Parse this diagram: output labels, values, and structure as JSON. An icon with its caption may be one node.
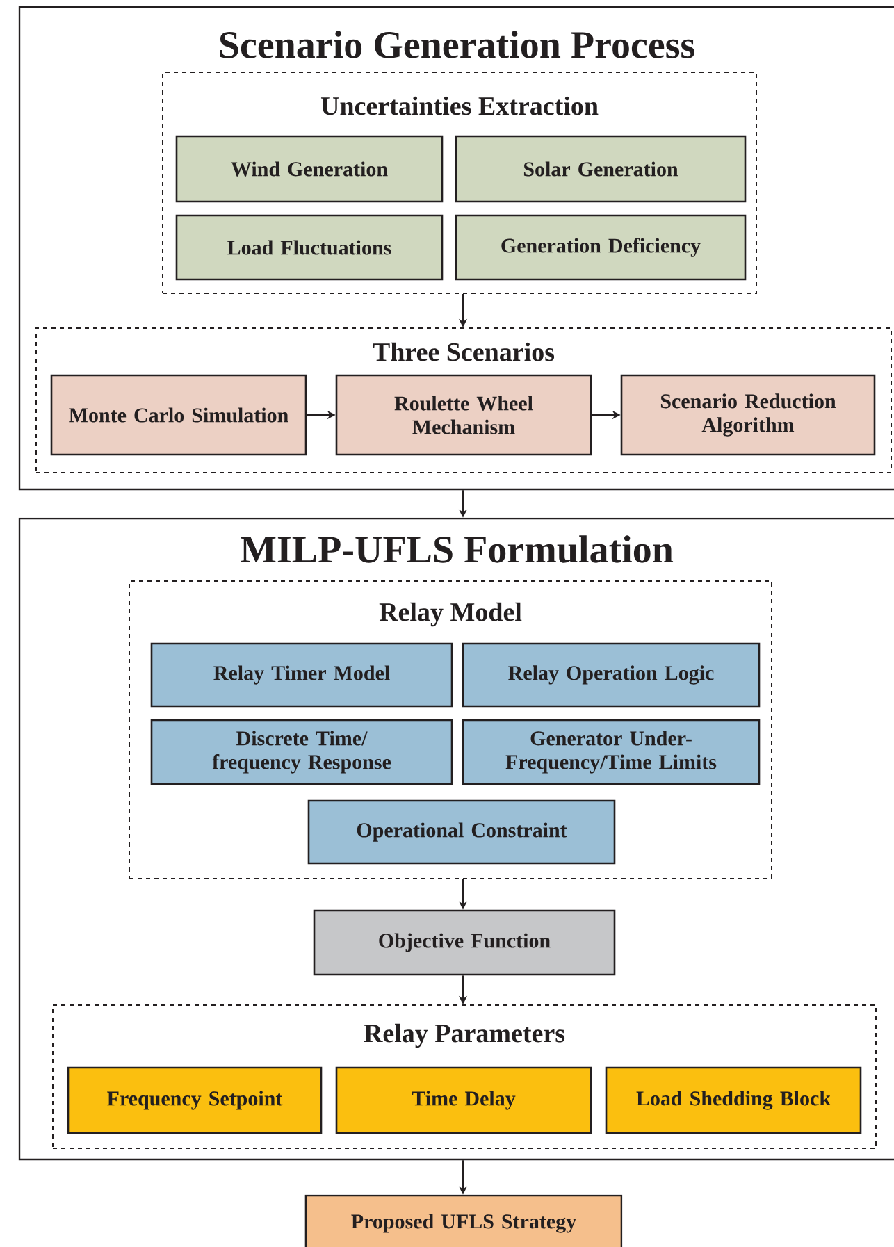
{
  "diagram": {
    "nodes": [
      {
        "text": [
          "Scenario Generation Process"
        ]
      },
      {
        "text": [
          "Uncertainties Extraction"
        ],
        "in": 0
      },
      {
        "text": [
          "Wind Generation"
        ],
        "in": 1
      },
      {
        "text": [
          "Solar Generation"
        ],
        "in": 1
      },
      {
        "text": [
          "Load Fluctuations"
        ],
        "in": 1
      },
      {
        "text": [
          "Generation Deficiency"
        ],
        "in": 1
      },
      {
        "text": [
          "Three Scenarios"
        ],
        "in": 0
      },
      {
        "text": [
          "Monte Carlo Simulation"
        ],
        "in": 6
      },
      {
        "text": [
          "Roulette Wheel Mechanism"
        ],
        "in": 6
      },
      {
        "text": [
          "Scenario Reduction Algorithm"
        ],
        "in": 6
      },
      {
        "text": [
          "MILP-UFLS Formulation"
        ]
      },
      {
        "text": [
          "Relay Model"
        ],
        "in": 10
      },
      {
        "text": [
          "Relay Timer Model"
        ],
        "in": 11
      },
      {
        "text": [
          "Relay Operation Logic"
        ],
        "in": 11
      },
      {
        "text": [
          "Discrete Time/ frequency Response"
        ],
        "in": 11
      },
      {
        "text": [
          "Generator Under-Frequency/Time Limits"
        ],
        "in": 11
      },
      {
        "text": [
          "Operational Constraint"
        ],
        "in": 11
      },
      {
        "text": [
          "Objective Function"
        ],
        "in": 10
      },
      {
        "text": [
          "Relay Parameters"
        ],
        "in": 10
      },
      {
        "text": [
          "Frequency Setpoint"
        ],
        "in": 18
      },
      {
        "text": [
          "Time Delay"
        ],
        "in": 18
      },
      {
        "text": [
          "Load Shedding Block"
        ],
        "in": 18
      },
      {
        "text": [
          "Proposed UFLS Strategy"
        ]
      }
    ],
    "edges": [
      {
        "from": 1,
        "to": 6,
        "arrow": "to"
      },
      {
        "from": 7,
        "to": 8,
        "arrow": "to"
      },
      {
        "from": 8,
        "to": 9,
        "arrow": "to"
      },
      {
        "from": 0,
        "to": 10,
        "arrow": "to"
      },
      {
        "from": 11,
        "to": 17,
        "arrow": "to"
      },
      {
        "from": 17,
        "to": 18,
        "arrow": "to"
      },
      {
        "from": 10,
        "to": 22,
        "arrow": "to"
      }
    ]
  }
}
